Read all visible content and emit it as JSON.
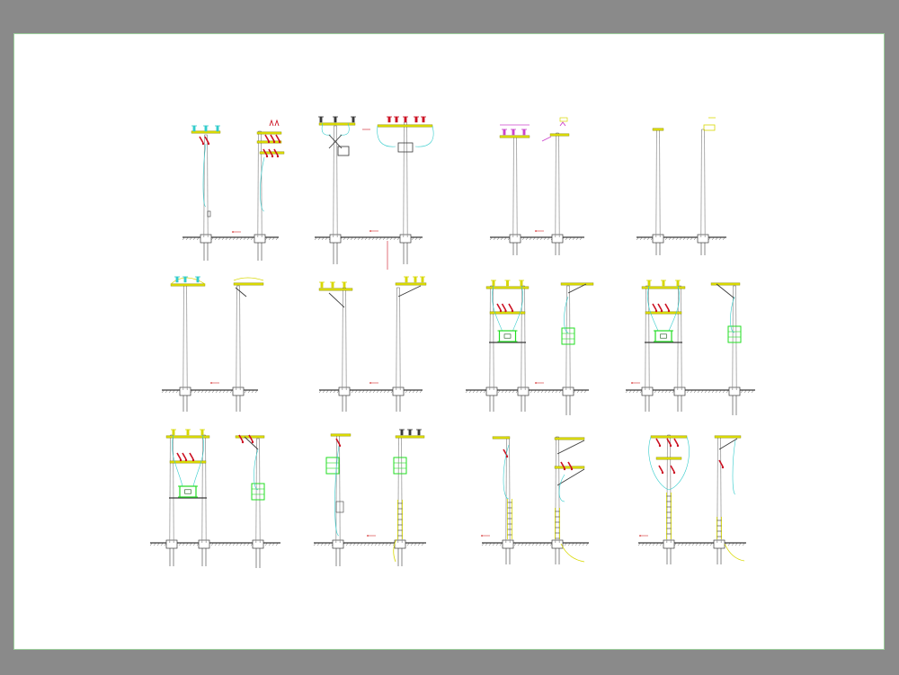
{
  "sheet": {
    "background": "#ffffff",
    "border": "#9ccf9c",
    "viewport": "#8a8a8a"
  },
  "colors": {
    "pole": "#8c8c8c",
    "ground": "#3a3a3a",
    "conductor": "#33cccc",
    "crossarm": "#d8d800",
    "fuse": "#cc1122",
    "insulator_violet": "#cc44cc",
    "transformer": "#22dd22",
    "ground_label": "#cc0000"
  },
  "rows": [
    {
      "name": "row-1",
      "groups": [
        {
          "name": "group-1-1",
          "poles": [
            "fuse-cutout-pole",
            "fuse-cutout-pole-side"
          ]
        },
        {
          "name": "group-1-2",
          "poles": [
            "meter-pole",
            "meter-pole-wide"
          ]
        },
        {
          "name": "group-1-3",
          "poles": [
            "violet-insulator-pole",
            "violet-insulator-pole-side"
          ]
        },
        {
          "name": "group-1-4",
          "poles": [
            "bare-pole",
            "bare-pole-side"
          ]
        }
      ]
    },
    {
      "name": "row-2",
      "groups": [
        {
          "name": "group-2-1",
          "poles": [
            "tangent-pole",
            "tangent-pole-side"
          ]
        },
        {
          "name": "group-2-2",
          "poles": [
            "braced-pole",
            "braced-pole-side"
          ]
        },
        {
          "name": "group-2-3",
          "poles": [
            "h-frame-transformer",
            "transformer-pole-side"
          ]
        },
        {
          "name": "group-2-4",
          "poles": [
            "h-frame-transformer",
            "transformer-pole-side"
          ]
        }
      ]
    },
    {
      "name": "row-3",
      "groups": [
        {
          "name": "group-3-1",
          "poles": [
            "h-frame-transformer-tall",
            "transformer-pole-side"
          ]
        },
        {
          "name": "group-3-2",
          "poles": [
            "riser-pole",
            "riser-pole-side"
          ]
        },
        {
          "name": "group-3-3",
          "poles": [
            "ladder-pole",
            "ladder-pole-side"
          ]
        },
        {
          "name": "group-3-4",
          "poles": [
            "ladder-pole",
            "ladder-pole-side"
          ]
        }
      ]
    }
  ]
}
